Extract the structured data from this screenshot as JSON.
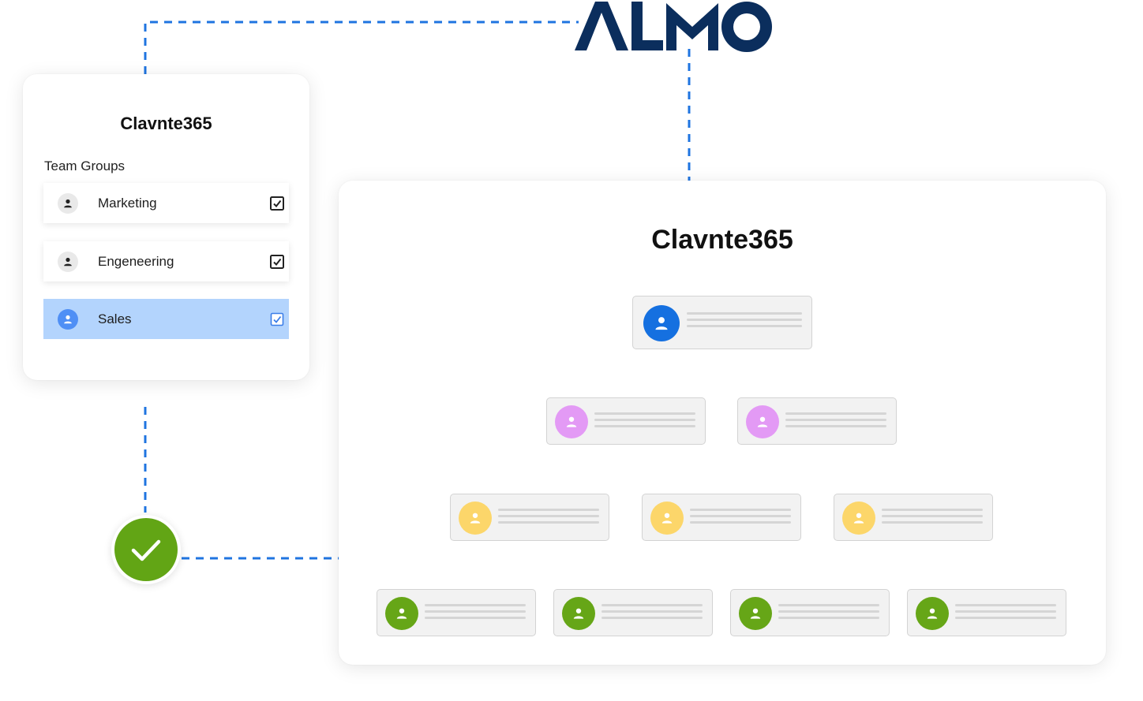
{
  "brand": {
    "logo_text": "ALMO",
    "logo_color": "#0b2e5d"
  },
  "colors": {
    "connector": "#1f74e0",
    "root": "#1570e0",
    "level2": "#e39af5",
    "level3": "#fcd66a",
    "level4": "#66a617",
    "selected_row": "#b3d4fd",
    "check_badge": "#62a515"
  },
  "team_panel": {
    "title": "Clavnte365",
    "heading": "Team Groups",
    "groups": [
      {
        "label": "Marketing",
        "checked": true,
        "selected": false,
        "icon": "user-icon"
      },
      {
        "label": "Engeneering",
        "checked": true,
        "selected": false,
        "icon": "user-icon"
      },
      {
        "label": "Sales",
        "checked": true,
        "selected": true,
        "icon": "user-icon"
      }
    ]
  },
  "org_panel": {
    "title": "Clavnte365",
    "levels": [
      {
        "count": 1,
        "color": "#1570e0"
      },
      {
        "count": 2,
        "color": "#e39af5"
      },
      {
        "count": 3,
        "color": "#fcd66a"
      },
      {
        "count": 4,
        "color": "#66a617"
      }
    ]
  },
  "status": {
    "icon": "checkmark-icon"
  }
}
